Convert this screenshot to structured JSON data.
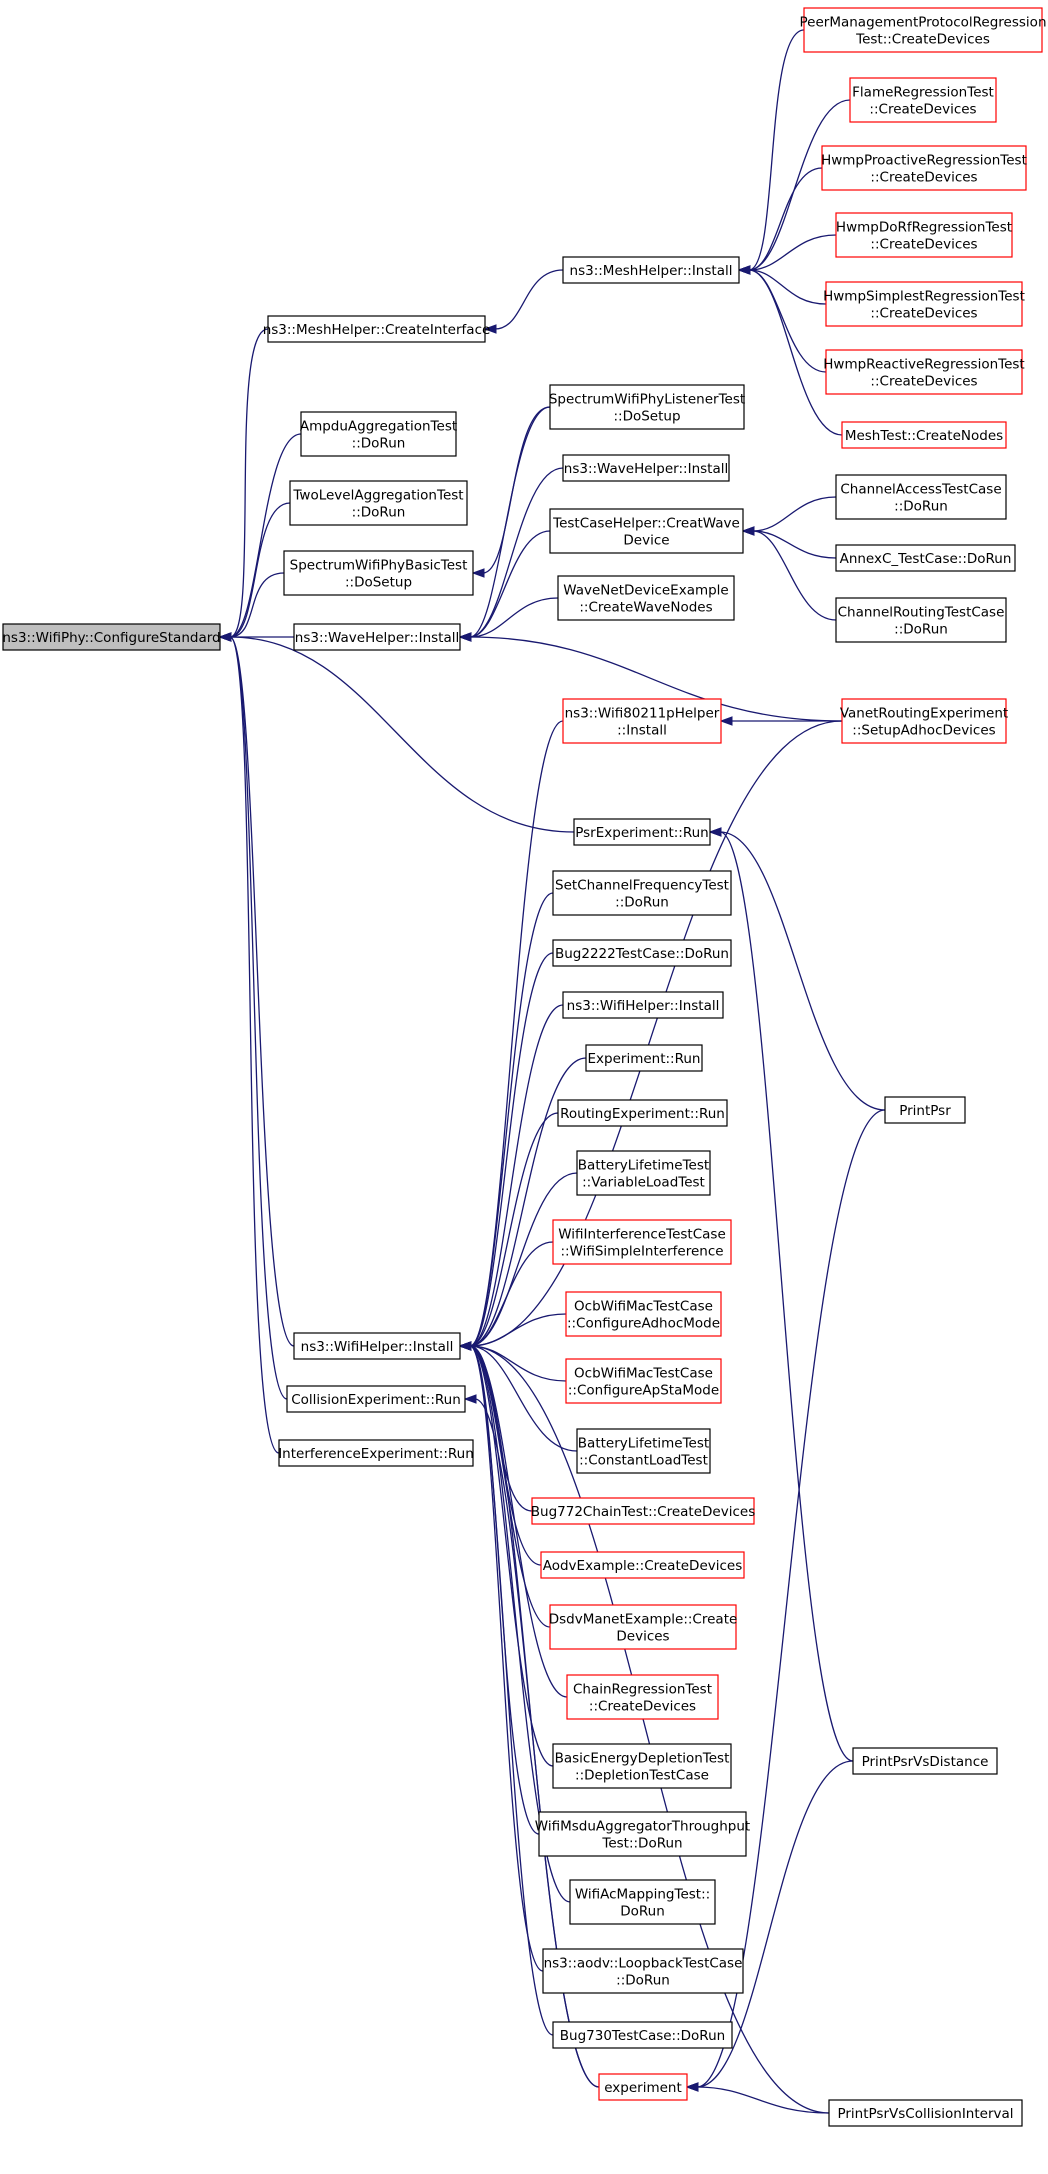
{
  "colors": {
    "edge": "#191970",
    "normal_border": "#000000",
    "red_border": "#ff0000",
    "root_fill": "#bfbfbf",
    "node_fill": "#ffffff"
  },
  "nodes": [
    {
      "id": "root",
      "lines": [
        "ns3::WifiPhy::ConfigureStandard"
      ],
      "style": "root"
    },
    {
      "id": "meshCreateInterface",
      "lines": [
        "ns3::MeshHelper::CreateInterface"
      ],
      "style": "normal"
    },
    {
      "id": "meshInstall",
      "lines": [
        "ns3::MeshHelper::Install"
      ],
      "style": "normal"
    },
    {
      "id": "peerMgmt",
      "lines": [
        "PeerManagementProtocolRegression",
        "Test::CreateDevices"
      ],
      "style": "red"
    },
    {
      "id": "flame",
      "lines": [
        "FlameRegressionTest",
        "::CreateDevices"
      ],
      "style": "red"
    },
    {
      "id": "hwmpProactive",
      "lines": [
        "HwmpProactiveRegressionTest",
        "::CreateDevices"
      ],
      "style": "red"
    },
    {
      "id": "hwmpDoRf",
      "lines": [
        "HwmpDoRfRegressionTest",
        "::CreateDevices"
      ],
      "style": "red"
    },
    {
      "id": "hwmpSimplest",
      "lines": [
        "HwmpSimplestRegressionTest",
        "::CreateDevices"
      ],
      "style": "red"
    },
    {
      "id": "hwmpReactive",
      "lines": [
        "HwmpReactiveRegressionTest",
        "::CreateDevices"
      ],
      "style": "red"
    },
    {
      "id": "meshTest",
      "lines": [
        "MeshTest::CreateNodes"
      ],
      "style": "red"
    },
    {
      "id": "ampdu",
      "lines": [
        "AmpduAggregationTest",
        "::DoRun"
      ],
      "style": "normal"
    },
    {
      "id": "twoLevel",
      "lines": [
        "TwoLevelAggregationTest",
        "::DoRun"
      ],
      "style": "normal"
    },
    {
      "id": "spectrumBasic",
      "lines": [
        "SpectrumWifiPhyBasicTest",
        "::DoSetup"
      ],
      "style": "normal"
    },
    {
      "id": "spectrumListener",
      "lines": [
        "SpectrumWifiPhyListenerTest",
        "::DoSetup"
      ],
      "style": "normal"
    },
    {
      "id": "waveInstall2",
      "lines": [
        "ns3::WaveHelper::Install"
      ],
      "style": "normal"
    },
    {
      "id": "testCaseHelper",
      "lines": [
        "TestCaseHelper::CreatWave",
        "Device"
      ],
      "style": "normal"
    },
    {
      "id": "waveNetDev",
      "lines": [
        "WaveNetDeviceExample",
        "::CreateWaveNodes"
      ],
      "style": "normal"
    },
    {
      "id": "channelAccess",
      "lines": [
        "ChannelAccessTestCase",
        "::DoRun"
      ],
      "style": "normal"
    },
    {
      "id": "annexC",
      "lines": [
        "AnnexC_TestCase::DoRun"
      ],
      "style": "normal"
    },
    {
      "id": "channelRouting",
      "lines": [
        "ChannelRoutingTestCase",
        "::DoRun"
      ],
      "style": "normal"
    },
    {
      "id": "waveInstall1",
      "lines": [
        "ns3::WaveHelper::Install"
      ],
      "style": "normal"
    },
    {
      "id": "wifi80211p",
      "lines": [
        "ns3::Wifi80211pHelper",
        "::Install"
      ],
      "style": "red"
    },
    {
      "id": "vanet",
      "lines": [
        "VanetRoutingExperiment",
        "::SetupAdhocDevices"
      ],
      "style": "red"
    },
    {
      "id": "psrExp",
      "lines": [
        "PsrExperiment::Run"
      ],
      "style": "normal"
    },
    {
      "id": "setChannel",
      "lines": [
        "SetChannelFrequencyTest",
        "::DoRun"
      ],
      "style": "normal"
    },
    {
      "id": "bug2222",
      "lines": [
        "Bug2222TestCase::DoRun"
      ],
      "style": "normal"
    },
    {
      "id": "wifiHelperInstall2",
      "lines": [
        "ns3::WifiHelper::Install"
      ],
      "style": "normal"
    },
    {
      "id": "experimentRun",
      "lines": [
        "Experiment::Run"
      ],
      "style": "normal"
    },
    {
      "id": "routingExp",
      "lines": [
        "RoutingExperiment::Run"
      ],
      "style": "normal"
    },
    {
      "id": "batteryVar",
      "lines": [
        "BatteryLifetimeTest",
        "::VariableLoadTest"
      ],
      "style": "normal"
    },
    {
      "id": "wifiInterf",
      "lines": [
        "WifiInterferenceTestCase",
        "::WifiSimpleInterference"
      ],
      "style": "red"
    },
    {
      "id": "ocbAdhoc",
      "lines": [
        "OcbWifiMacTestCase",
        "::ConfigureAdhocMode"
      ],
      "style": "red"
    },
    {
      "id": "ocbApSta",
      "lines": [
        "OcbWifiMacTestCase",
        "::ConfigureApStaMode"
      ],
      "style": "red"
    },
    {
      "id": "batteryConst",
      "lines": [
        "BatteryLifetimeTest",
        "::ConstantLoadTest"
      ],
      "style": "normal"
    },
    {
      "id": "bug772",
      "lines": [
        "Bug772ChainTest::CreateDevices"
      ],
      "style": "red"
    },
    {
      "id": "aodvExample",
      "lines": [
        "AodvExample::CreateDevices"
      ],
      "style": "red"
    },
    {
      "id": "dsdvManet",
      "lines": [
        "DsdvManetExample::Create",
        "Devices"
      ],
      "style": "red"
    },
    {
      "id": "chainRegression",
      "lines": [
        "ChainRegressionTest",
        "::CreateDevices"
      ],
      "style": "red"
    },
    {
      "id": "basicEnergy",
      "lines": [
        "BasicEnergyDepletionTest",
        "::DepletionTestCase"
      ],
      "style": "normal"
    },
    {
      "id": "wifiMsdu",
      "lines": [
        "WifiMsduAggregatorThroughput",
        "Test::DoRun"
      ],
      "style": "normal"
    },
    {
      "id": "wifiAcMapping",
      "lines": [
        "WifiAcMappingTest::",
        "DoRun"
      ],
      "style": "normal"
    },
    {
      "id": "aodvLoopback",
      "lines": [
        "ns3::aodv::LoopbackTestCase",
        "::DoRun"
      ],
      "style": "normal"
    },
    {
      "id": "bug730",
      "lines": [
        "Bug730TestCase::DoRun"
      ],
      "style": "normal"
    },
    {
      "id": "experiment",
      "lines": [
        "experiment"
      ],
      "style": "red"
    },
    {
      "id": "wifiHelperInstall",
      "lines": [
        "ns3::WifiHelper::Install"
      ],
      "style": "normal"
    },
    {
      "id": "collisionExp",
      "lines": [
        "CollisionExperiment::Run"
      ],
      "style": "normal"
    },
    {
      "id": "interferenceExp",
      "lines": [
        "InterferenceExperiment::Run"
      ],
      "style": "normal"
    },
    {
      "id": "printPsr",
      "lines": [
        "PrintPsr"
      ],
      "style": "normal"
    },
    {
      "id": "printPsrVsDistance",
      "lines": [
        "PrintPsrVsDistance"
      ],
      "style": "normal"
    },
    {
      "id": "printPsrVsCollision",
      "lines": [
        "PrintPsrVsCollisionInterval"
      ],
      "style": "normal"
    }
  ],
  "edges": [
    [
      "meshCreateInterface",
      "root"
    ],
    [
      "ampdu",
      "root"
    ],
    [
      "twoLevel",
      "root"
    ],
    [
      "spectrumBasic",
      "root"
    ],
    [
      "waveInstall1",
      "root"
    ],
    [
      "psrExp",
      "root"
    ],
    [
      "wifiHelperInstall",
      "root"
    ],
    [
      "collisionExp",
      "root"
    ],
    [
      "interferenceExp",
      "root"
    ],
    [
      "meshInstall",
      "meshCreateInterface"
    ],
    [
      "peerMgmt",
      "meshInstall"
    ],
    [
      "flame",
      "meshInstall"
    ],
    [
      "hwmpProactive",
      "meshInstall"
    ],
    [
      "hwmpDoRf",
      "meshInstall"
    ],
    [
      "hwmpSimplest",
      "meshInstall"
    ],
    [
      "hwmpReactive",
      "meshInstall"
    ],
    [
      "meshTest",
      "meshInstall"
    ],
    [
      "spectrumListener",
      "spectrumBasic"
    ],
    [
      "spectrumListener",
      "waveInstall1"
    ],
    [
      "waveInstall2",
      "waveInstall1"
    ],
    [
      "testCaseHelper",
      "waveInstall1"
    ],
    [
      "waveNetDev",
      "waveInstall1"
    ],
    [
      "vanet",
      "waveInstall1"
    ],
    [
      "channelAccess",
      "testCaseHelper"
    ],
    [
      "annexC",
      "testCaseHelper"
    ],
    [
      "channelRouting",
      "testCaseHelper"
    ],
    [
      "vanet",
      "wifi80211p"
    ],
    [
      "printPsr",
      "psrExp"
    ],
    [
      "printPsrVsDistance",
      "psrExp"
    ],
    [
      "wifi80211p",
      "wifiHelperInstall"
    ],
    [
      "vanet",
      "wifiHelperInstall"
    ],
    [
      "setChannel",
      "wifiHelperInstall"
    ],
    [
      "bug2222",
      "wifiHelperInstall"
    ],
    [
      "wifiHelperInstall2",
      "wifiHelperInstall"
    ],
    [
      "experimentRun",
      "wifiHelperInstall"
    ],
    [
      "routingExp",
      "wifiHelperInstall"
    ],
    [
      "batteryVar",
      "wifiHelperInstall"
    ],
    [
      "wifiInterf",
      "wifiHelperInstall"
    ],
    [
      "ocbAdhoc",
      "wifiHelperInstall"
    ],
    [
      "ocbApSta",
      "wifiHelperInstall"
    ],
    [
      "batteryConst",
      "wifiHelperInstall"
    ],
    [
      "bug772",
      "wifiHelperInstall"
    ],
    [
      "aodvExample",
      "wifiHelperInstall"
    ],
    [
      "dsdvManet",
      "wifiHelperInstall"
    ],
    [
      "chainRegression",
      "wifiHelperInstall"
    ],
    [
      "basicEnergy",
      "wifiHelperInstall"
    ],
    [
      "wifiMsdu",
      "wifiHelperInstall"
    ],
    [
      "wifiAcMapping",
      "wifiHelperInstall"
    ],
    [
      "aodvLoopback",
      "wifiHelperInstall"
    ],
    [
      "bug730",
      "wifiHelperInstall"
    ],
    [
      "experiment",
      "wifiHelperInstall"
    ],
    [
      "printPsrVsCollision",
      "wifiHelperInstall"
    ],
    [
      "experiment",
      "collisionExp"
    ],
    [
      "printPsr",
      "experiment"
    ],
    [
      "printPsrVsDistance",
      "experiment"
    ],
    [
      "printPsrVsCollision",
      "experiment"
    ]
  ]
}
